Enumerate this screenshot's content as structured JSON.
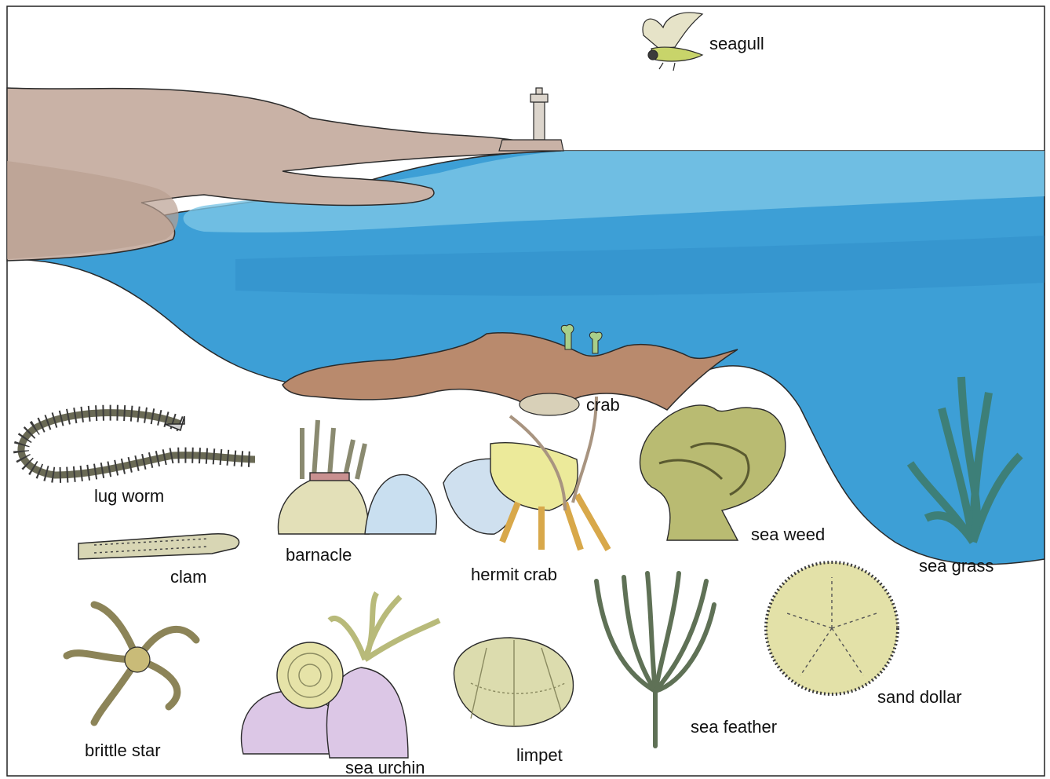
{
  "labels": {
    "seagull": "seagull",
    "crab": "crab",
    "lug_worm": "lug worm",
    "barnacle": "barnacle",
    "clam": "clam",
    "hermit_crab": "hermit crab",
    "sea_weed": "sea weed",
    "sea_grass": "sea grass",
    "brittle_star": "brittle star",
    "sea_urchin": "sea urchin",
    "limpet": "limpet",
    "sea_feather": "sea feather",
    "sand_dollar": "sand dollar"
  },
  "colors": {
    "water": "#3d9fd6",
    "water_light": "#7cc6e6",
    "land": "#c9b2a6",
    "rock": "#b98a6d",
    "outline": "#2a2a2a",
    "plant_green": "#5a7a4a",
    "seagrass_teal": "#3d7f78",
    "yellow": "#e8e58a",
    "pink": "#dcc7e6"
  }
}
